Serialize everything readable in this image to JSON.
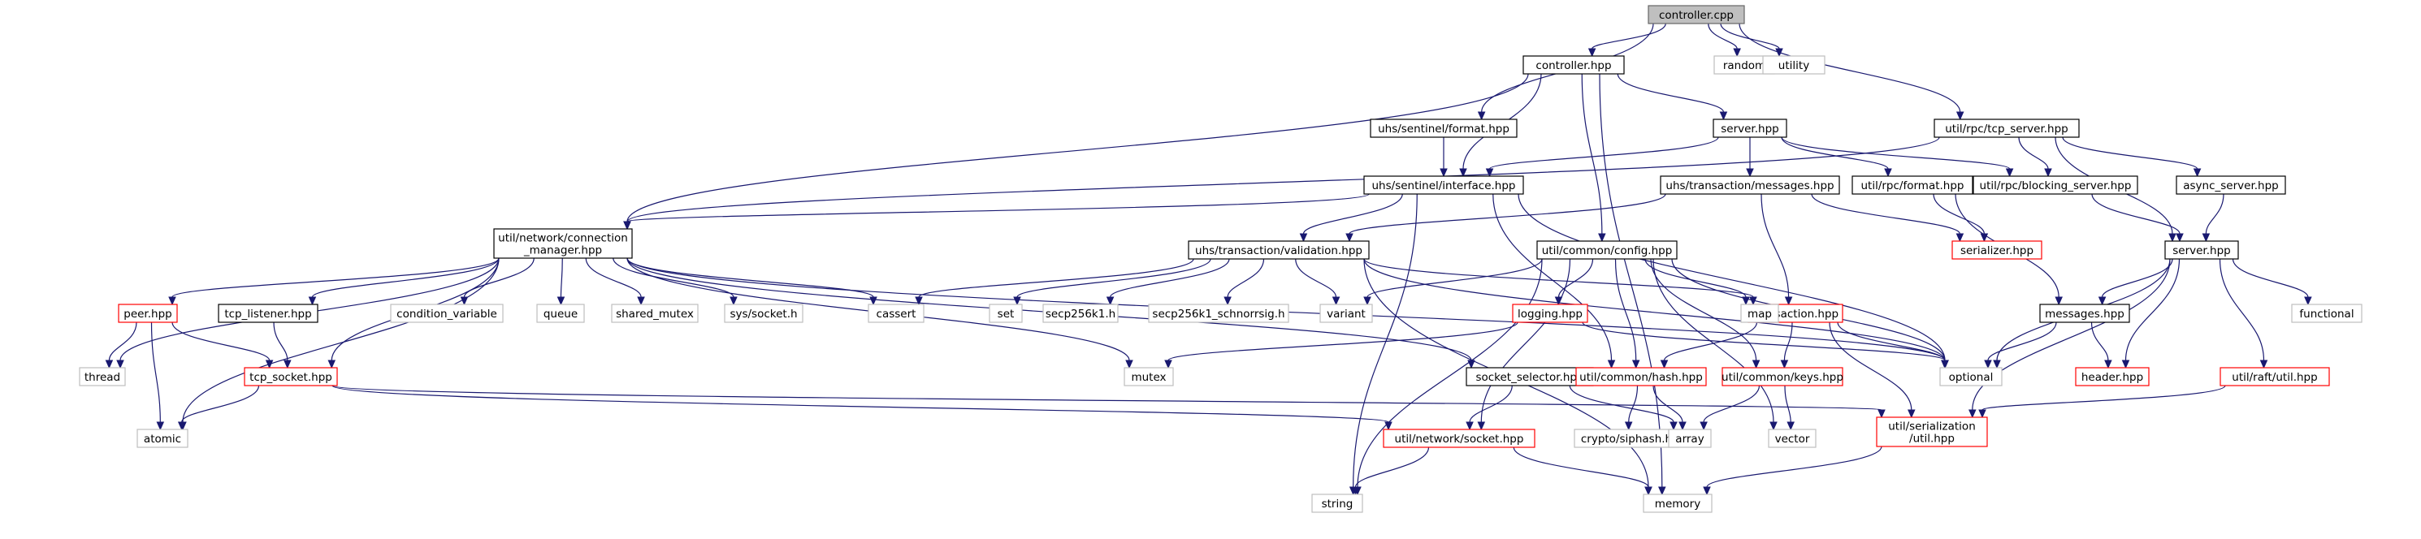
{
  "colors": {
    "edge": "#191970",
    "root_fill": "#bfbfbf",
    "documented_border": "#000000",
    "undocumented_border": "#ff0000",
    "external_border": "#bfbfbf"
  },
  "nodes": {
    "controller_cpp": {
      "lines": [
        "controller.cpp"
      ],
      "kind": "root"
    },
    "controller_hpp": {
      "lines": [
        "controller.hpp"
      ],
      "kind": "documented"
    },
    "random": {
      "lines": [
        "random"
      ],
      "kind": "external"
    },
    "utility": {
      "lines": [
        "utility"
      ],
      "kind": "external"
    },
    "tcp_server_hpp": {
      "lines": [
        "util/rpc/tcp_server.hpp"
      ],
      "kind": "documented"
    },
    "sentinel_format_hpp": {
      "lines": [
        "uhs/sentinel/format.hpp"
      ],
      "kind": "documented"
    },
    "server_hpp": {
      "lines": [
        "server.hpp"
      ],
      "kind": "documented"
    },
    "sentinel_interface_hpp": {
      "lines": [
        "uhs/sentinel/interface.hpp"
      ],
      "kind": "documented"
    },
    "transaction_messages_hpp": {
      "lines": [
        "uhs/transaction/messages.hpp"
      ],
      "kind": "documented"
    },
    "rpc_format_hpp": {
      "lines": [
        "util/rpc/format.hpp"
      ],
      "kind": "documented"
    },
    "blocking_server_hpp": {
      "lines": [
        "util/rpc/blocking_server.hpp"
      ],
      "kind": "documented"
    },
    "async_server_hpp": {
      "lines": [
        "async_server.hpp"
      ],
      "kind": "documented"
    },
    "connection_manager_hpp": {
      "lines": [
        "util/network/connection",
        "_manager.hpp"
      ],
      "kind": "documented"
    },
    "validation_hpp": {
      "lines": [
        "uhs/transaction/validation.hpp"
      ],
      "kind": "documented"
    },
    "config_hpp": {
      "lines": [
        "util/common/config.hpp"
      ],
      "kind": "documented"
    },
    "serializer_hpp": {
      "lines": [
        "serializer.hpp"
      ],
      "kind": "undocumented"
    },
    "rpc_server_hpp": {
      "lines": [
        "server.hpp"
      ],
      "kind": "documented"
    },
    "peer_hpp": {
      "lines": [
        "peer.hpp"
      ],
      "kind": "undocumented"
    },
    "tcp_listener_hpp": {
      "lines": [
        "tcp_listener.hpp"
      ],
      "kind": "documented"
    },
    "condition_variable": {
      "lines": [
        "condition_variable"
      ],
      "kind": "external"
    },
    "queue": {
      "lines": [
        "queue"
      ],
      "kind": "external"
    },
    "shared_mutex": {
      "lines": [
        "shared_mutex"
      ],
      "kind": "external"
    },
    "sys_socket_h": {
      "lines": [
        "sys/socket.h"
      ],
      "kind": "external"
    },
    "cassert": {
      "lines": [
        "cassert"
      ],
      "kind": "external"
    },
    "set": {
      "lines": [
        "set"
      ],
      "kind": "external"
    },
    "secp256k1_h": {
      "lines": [
        "secp256k1.h"
      ],
      "kind": "external"
    },
    "secp256k1_schnorrsig_h": {
      "lines": [
        "secp256k1_schnorrsig.h"
      ],
      "kind": "external"
    },
    "variant": {
      "lines": [
        "variant"
      ],
      "kind": "external"
    },
    "logging_hpp": {
      "lines": [
        "logging.hpp"
      ],
      "kind": "undocumented"
    },
    "transaction_hpp": {
      "lines": [
        "transaction.hpp"
      ],
      "kind": "undocumented"
    },
    "map": {
      "lines": [
        "map"
      ],
      "kind": "external"
    },
    "messages_hpp": {
      "lines": [
        "messages.hpp"
      ],
      "kind": "documented"
    },
    "functional": {
      "lines": [
        "functional"
      ],
      "kind": "external"
    },
    "thread": {
      "lines": [
        "thread"
      ],
      "kind": "external"
    },
    "tcp_socket_hpp": {
      "lines": [
        "tcp_socket.hpp"
      ],
      "kind": "undocumented"
    },
    "mutex": {
      "lines": [
        "mutex"
      ],
      "kind": "external"
    },
    "socket_selector_hpp": {
      "lines": [
        "socket_selector.hpp"
      ],
      "kind": "documented"
    },
    "hash_hpp": {
      "lines": [
        "util/common/hash.hpp"
      ],
      "kind": "undocumented"
    },
    "keys_hpp": {
      "lines": [
        "util/common/keys.hpp"
      ],
      "kind": "undocumented"
    },
    "optional": {
      "lines": [
        "optional"
      ],
      "kind": "external"
    },
    "header_hpp": {
      "lines": [
        "header.hpp"
      ],
      "kind": "undocumented"
    },
    "raft_util_hpp": {
      "lines": [
        "util/raft/util.hpp"
      ],
      "kind": "undocumented"
    },
    "atomic": {
      "lines": [
        "atomic"
      ],
      "kind": "external"
    },
    "network_socket_hpp": {
      "lines": [
        "util/network/socket.hpp"
      ],
      "kind": "undocumented"
    },
    "crypto_siphash_h": {
      "lines": [
        "crypto/siphash.h"
      ],
      "kind": "external"
    },
    "array": {
      "lines": [
        "array"
      ],
      "kind": "external"
    },
    "vector": {
      "lines": [
        "vector"
      ],
      "kind": "external"
    },
    "serialization_util_hpp": {
      "lines": [
        "util/serialization",
        "/util.hpp"
      ],
      "kind": "undocumented"
    },
    "string": {
      "lines": [
        "string"
      ],
      "kind": "external"
    },
    "memory": {
      "lines": [
        "memory"
      ],
      "kind": "external"
    }
  },
  "edges": [
    [
      "controller_cpp",
      "controller_hpp"
    ],
    [
      "controller_cpp",
      "random"
    ],
    [
      "controller_cpp",
      "utility"
    ],
    [
      "controller_cpp",
      "tcp_server_hpp"
    ],
    [
      "controller_cpp",
      "sentinel_format_hpp"
    ],
    [
      "controller_hpp",
      "server_hpp"
    ],
    [
      "controller_hpp",
      "sentinel_interface_hpp"
    ],
    [
      "controller_hpp",
      "connection_manager_hpp"
    ],
    [
      "controller_hpp",
      "config_hpp"
    ],
    [
      "controller_hpp",
      "memory"
    ],
    [
      "sentinel_format_hpp",
      "sentinel_interface_hpp"
    ],
    [
      "tcp_server_hpp",
      "blocking_server_hpp"
    ],
    [
      "tcp_server_hpp",
      "async_server_hpp"
    ],
    [
      "tcp_server_hpp",
      "rpc_server_hpp"
    ],
    [
      "tcp_server_hpp",
      "connection_manager_hpp"
    ],
    [
      "server_hpp",
      "sentinel_interface_hpp"
    ],
    [
      "server_hpp",
      "transaction_messages_hpp"
    ],
    [
      "server_hpp",
      "rpc_format_hpp"
    ],
    [
      "server_hpp",
      "blocking_server_hpp"
    ],
    [
      "sentinel_interface_hpp",
      "connection_manager_hpp"
    ],
    [
      "sentinel_interface_hpp",
      "validation_hpp"
    ],
    [
      "sentinel_interface_hpp",
      "hash_hpp"
    ],
    [
      "sentinel_interface_hpp",
      "optional"
    ],
    [
      "sentinel_interface_hpp",
      "string"
    ],
    [
      "transaction_messages_hpp",
      "validation_hpp"
    ],
    [
      "transaction_messages_hpp",
      "transaction_hpp"
    ],
    [
      "transaction_messages_hpp",
      "serializer_hpp"
    ],
    [
      "rpc_format_hpp",
      "serializer_hpp"
    ],
    [
      "rpc_format_hpp",
      "messages_hpp"
    ],
    [
      "blocking_server_hpp",
      "rpc_server_hpp"
    ],
    [
      "async_server_hpp",
      "rpc_server_hpp"
    ],
    [
      "connection_manager_hpp",
      "peer_hpp"
    ],
    [
      "connection_manager_hpp",
      "tcp_listener_hpp"
    ],
    [
      "connection_manager_hpp",
      "tcp_socket_hpp"
    ],
    [
      "connection_manager_hpp",
      "condition_variable"
    ],
    [
      "connection_manager_hpp",
      "queue"
    ],
    [
      "connection_manager_hpp",
      "shared_mutex"
    ],
    [
      "connection_manager_hpp",
      "sys_socket_h"
    ],
    [
      "connection_manager_hpp",
      "cassert"
    ],
    [
      "connection_manager_hpp",
      "thread"
    ],
    [
      "connection_manager_hpp",
      "atomic"
    ],
    [
      "connection_manager_hpp",
      "mutex"
    ],
    [
      "connection_manager_hpp",
      "socket_selector_hpp"
    ],
    [
      "connection_manager_hpp",
      "optional"
    ],
    [
      "validation_hpp",
      "cassert"
    ],
    [
      "validation_hpp",
      "set"
    ],
    [
      "validation_hpp",
      "secp256k1_h"
    ],
    [
      "validation_hpp",
      "secp256k1_schnorrsig_h"
    ],
    [
      "validation_hpp",
      "variant"
    ],
    [
      "validation_hpp",
      "transaction_hpp"
    ],
    [
      "validation_hpp",
      "optional"
    ],
    [
      "validation_hpp",
      "memory"
    ],
    [
      "config_hpp",
      "logging_hpp"
    ],
    [
      "config_hpp",
      "map"
    ],
    [
      "config_hpp",
      "variant"
    ],
    [
      "config_hpp",
      "optional"
    ],
    [
      "config_hpp",
      "hash_hpp"
    ],
    [
      "config_hpp",
      "keys_hpp"
    ],
    [
      "config_hpp",
      "network_socket_hpp"
    ],
    [
      "config_hpp",
      "string"
    ],
    [
      "config_hpp",
      "vector"
    ],
    [
      "rpc_server_hpp",
      "messages_hpp"
    ],
    [
      "rpc_server_hpp",
      "functional"
    ],
    [
      "rpc_server_hpp",
      "optional"
    ],
    [
      "rpc_server_hpp",
      "header_hpp"
    ],
    [
      "rpc_server_hpp",
      "raft_util_hpp"
    ],
    [
      "rpc_server_hpp",
      "serialization_util_hpp"
    ],
    [
      "peer_hpp",
      "thread"
    ],
    [
      "peer_hpp",
      "atomic"
    ],
    [
      "peer_hpp",
      "tcp_socket_hpp"
    ],
    [
      "tcp_listener_hpp",
      "tcp_socket_hpp"
    ],
    [
      "logging_hpp",
      "mutex"
    ],
    [
      "logging_hpp",
      "optional"
    ],
    [
      "transaction_hpp",
      "hash_hpp"
    ],
    [
      "transaction_hpp",
      "keys_hpp"
    ],
    [
      "transaction_hpp",
      "optional"
    ],
    [
      "transaction_hpp",
      "serialization_util_hpp"
    ],
    [
      "messages_hpp",
      "header_hpp"
    ],
    [
      "messages_hpp",
      "optional"
    ],
    [
      "raft_util_hpp",
      "serialization_util_hpp"
    ],
    [
      "tcp_socket_hpp",
      "atomic"
    ],
    [
      "tcp_socket_hpp",
      "network_socket_hpp"
    ],
    [
      "tcp_socket_hpp",
      "serialization_util_hpp"
    ],
    [
      "socket_selector_hpp",
      "network_socket_hpp"
    ],
    [
      "socket_selector_hpp",
      "array"
    ],
    [
      "hash_hpp",
      "crypto_siphash_h"
    ],
    [
      "hash_hpp",
      "array"
    ],
    [
      "keys_hpp",
      "array"
    ],
    [
      "keys_hpp",
      "vector"
    ],
    [
      "network_socket_hpp",
      "string"
    ],
    [
      "network_socket_hpp",
      "memory"
    ],
    [
      "serialization_util_hpp",
      "memory"
    ]
  ]
}
